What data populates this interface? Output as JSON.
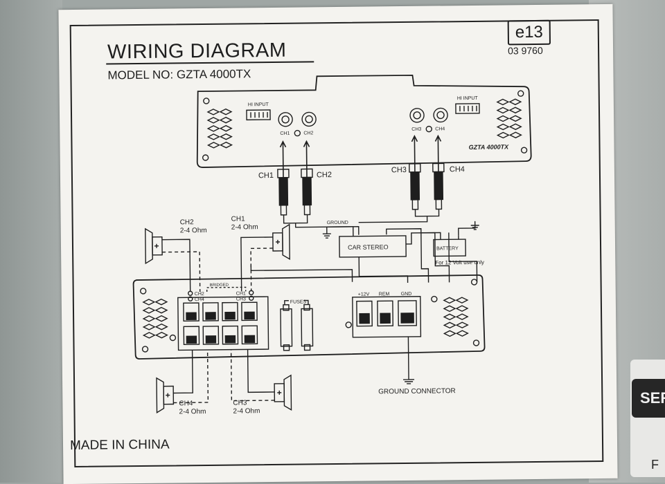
{
  "header": {
    "title": "WIRING DIAGRAM",
    "model": "MODEL NO: GZTA  4000TX",
    "cert_mark": "e13",
    "cert_code": "03 9760"
  },
  "footer": {
    "origin": "MADE IN CHINA"
  },
  "top_amp": {
    "hi_input_left": "HI INPUT",
    "hi_input_right": "HI INPUT",
    "ch1": "CH1",
    "ch2": "CH2",
    "ch3": "CH3",
    "ch4": "CH4",
    "brand": "GZTA 4000TX"
  },
  "rca": {
    "ch1": "CH1",
    "ch2": "CH2",
    "ch3": "CH3",
    "ch4": "CH4"
  },
  "head_unit": {
    "ground": "GROUND",
    "car_stereo": "CAR STEREO",
    "battery": "BATTERY",
    "battery_note": "For 12 Volt use only"
  },
  "speakers": {
    "sp_top_left_ch": "CH2",
    "sp_top_left_ohm": "2-4 Ohm",
    "sp_top_right_ch": "CH1",
    "sp_top_right_ohm": "2-4 Ohm",
    "sp_bottom_left_ch": "CH4",
    "sp_bottom_left_ohm": "2-4 Ohm",
    "sp_bottom_right_ch": "CH3",
    "sp_bottom_right_ohm": "2-4 Ohm"
  },
  "bottom_amp": {
    "bridged": "BRIDGED",
    "ch2": "CH2",
    "ch4": "CH4",
    "ch1": "CH1",
    "ch3": "CH3",
    "fuses": "FUSES",
    "plus12v": "+12V",
    "rem": "REM",
    "gnd": "GND",
    "ground_connector": "GROUND CONNECTOR"
  },
  "side_sign": {
    "tag": "SER",
    "letter": "F"
  }
}
